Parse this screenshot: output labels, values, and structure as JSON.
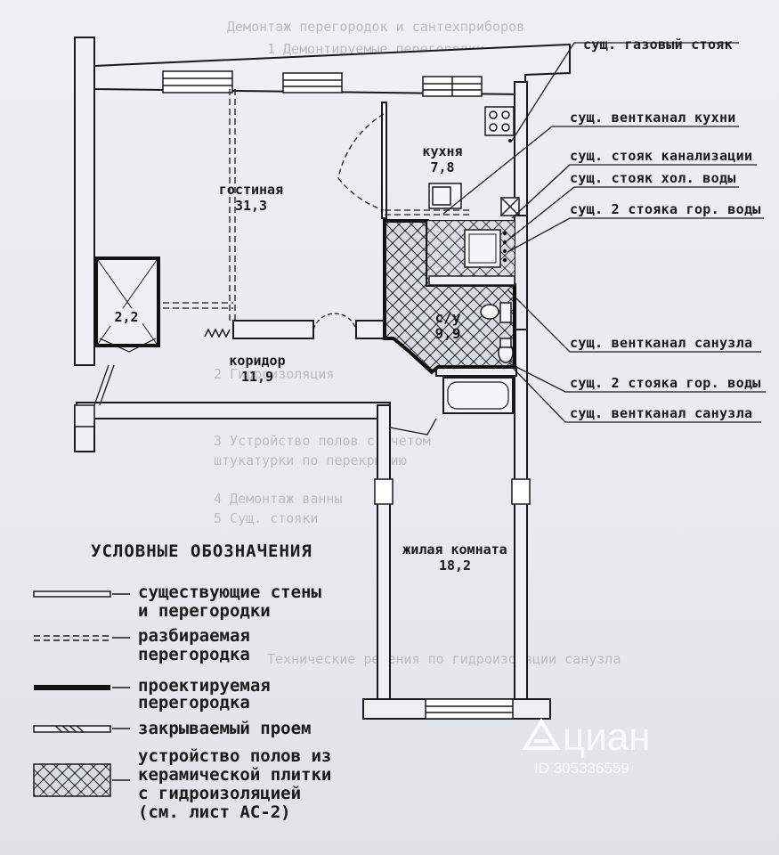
{
  "rooms": {
    "living": {
      "name": "гостиная",
      "area": "31,3"
    },
    "kitchen": {
      "name": "кухня",
      "area": "7,8"
    },
    "closet": {
      "area": "2,2"
    },
    "corridor": {
      "name": "коридор",
      "area": "11,9"
    },
    "bathroom": {
      "name": "с/у",
      "area": "9,9"
    },
    "bedroom": {
      "name": "жилая комната",
      "area": "18,2"
    }
  },
  "annotations": [
    "сущ. газовый стояк",
    "сущ. вентканал кухни",
    "сущ. стояк канализации",
    "сущ. стояк хол. воды",
    "сущ. 2 стояка гор. воды",
    "сущ. вентканал санузла",
    "сущ. 2 стояка гор. воды",
    "сущ. вентканал санузла"
  ],
  "legend": {
    "title": "УСЛОВНЫЕ ОБОЗНАЧЕНИЯ",
    "items": [
      {
        "line1": "существующие стены",
        "line2": "и перегородки"
      },
      {
        "line1": "разбираемая",
        "line2": "перегородка"
      },
      {
        "line1": "проектируемая",
        "line2": "перегородка"
      },
      {
        "line1": "закрываемый проем"
      },
      {
        "line1": "устройство полов из",
        "line2": "керамической плитки",
        "line3": "с гидроизоляцией",
        "line4": "(см. лист АС-2)"
      }
    ]
  },
  "background_text": [
    "Демонтаж перегородок и сантехприборов",
    "1 Демонтируемые перегородки",
    "2 Гидроизоляция",
    "3 Устройство полов с учетом",
    "штукатурки по перекрытию",
    "4 Демонтаж ванны",
    "5 Сущ. стояки",
    "Технические решения по гидроизоляции санузла"
  ],
  "watermark": {
    "brand": "циан",
    "id": "ID 305336559"
  }
}
